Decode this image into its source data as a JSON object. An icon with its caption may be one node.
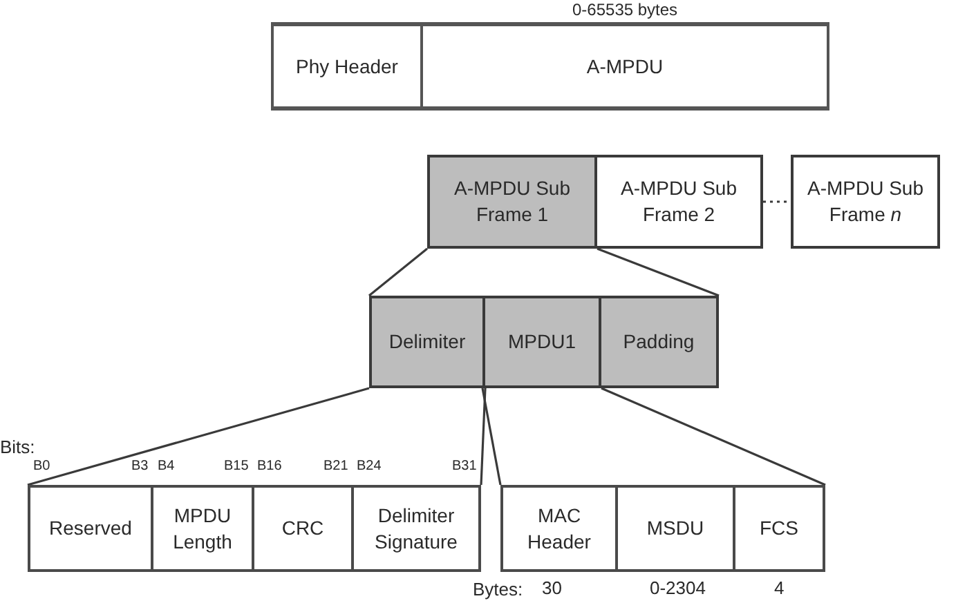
{
  "diagram": {
    "nodes": [
      {
        "text": [
          "Phy Header"
        ]
      },
      {
        "text": [
          "A-MPDU"
        ],
        "beside": [
          "0-65535 bytes"
        ]
      },
      {
        "text": [
          "A-MPDU Sub Frame 1"
        ]
      },
      {
        "text": [
          "A-MPDU Sub Frame 2"
        ]
      },
      {
        "text": [
          "A-MPDU Sub Frame *n*"
        ]
      },
      {
        "text": [
          "Delimiter"
        ]
      },
      {
        "text": [
          "MPDU1"
        ]
      },
      {
        "text": [
          "Padding"
        ]
      },
      {
        "text": [
          "Reserved"
        ]
      },
      {
        "text": [
          "MPDU Length"
        ]
      },
      {
        "text": [
          "CRC"
        ]
      },
      {
        "text": [
          "Delimiter Signature"
        ]
      },
      {
        "text": [
          "MAC Header"
        ],
        "beside": [
          "30"
        ]
      },
      {
        "text": [
          "MSDU"
        ],
        "beside": [
          "0-2304"
        ]
      },
      {
        "text": [
          "FCS"
        ],
        "beside": [
          "4"
        ]
      }
    ],
    "edges": [
      {
        "from": 2,
        "to": 5,
        "arrow": "none"
      },
      {
        "from": 2,
        "to": 7,
        "arrow": "none"
      },
      {
        "from": 3,
        "to": 4,
        "arrow": "none",
        "style": "dashed"
      },
      {
        "from": 5,
        "to": 8,
        "arrow": "none"
      },
      {
        "from": 5,
        "to": 11,
        "arrow": "none"
      },
      {
        "from": 6,
        "to": 12,
        "arrow": "none"
      },
      {
        "from": 6,
        "to": 14,
        "arrow": "none"
      }
    ],
    "labels": [
      "Bits:",
      "B0",
      "B3",
      "B4",
      "B15",
      "B16",
      "B21",
      "B24",
      "B31",
      "Bytes:"
    ]
  }
}
